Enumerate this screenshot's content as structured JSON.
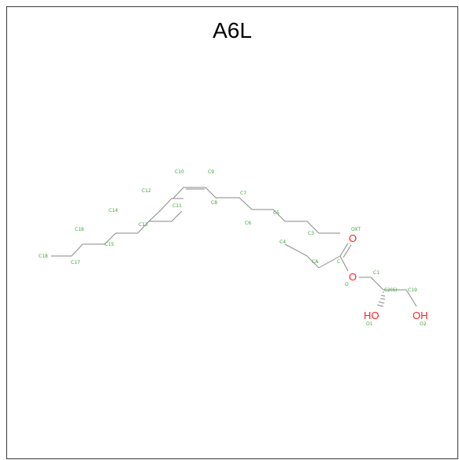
{
  "title": "A6L",
  "colors": {
    "bond": "#8a8a8a",
    "heteroatom": "#ff2020",
    "label": "#3aa53a",
    "frame": "#3a3a3a"
  },
  "heteroatoms": {
    "carbonyl_oxygen": "O",
    "ester_oxygen": "O",
    "hydroxyl_1": "HO",
    "hydroxyl_2": "OH"
  },
  "atom_labels": {
    "C18": "C18",
    "C17": "C17",
    "C16": "C16",
    "C15": "C15",
    "C14": "C14",
    "C13": "C13",
    "C12": "C12",
    "C11": "C11",
    "C10": "C10",
    "C9": "C9",
    "C8": "C8",
    "C7": "C7",
    "C6": "C6",
    "C5": "C5",
    "C4": "C4",
    "C3": "C3",
    "CA": "CA",
    "C": "C",
    "OXT": "OXT",
    "O": "O",
    "C1": "C1",
    "C2S": "C2(S)",
    "C19": "C19",
    "O1": "O1",
    "O2": "O2"
  }
}
